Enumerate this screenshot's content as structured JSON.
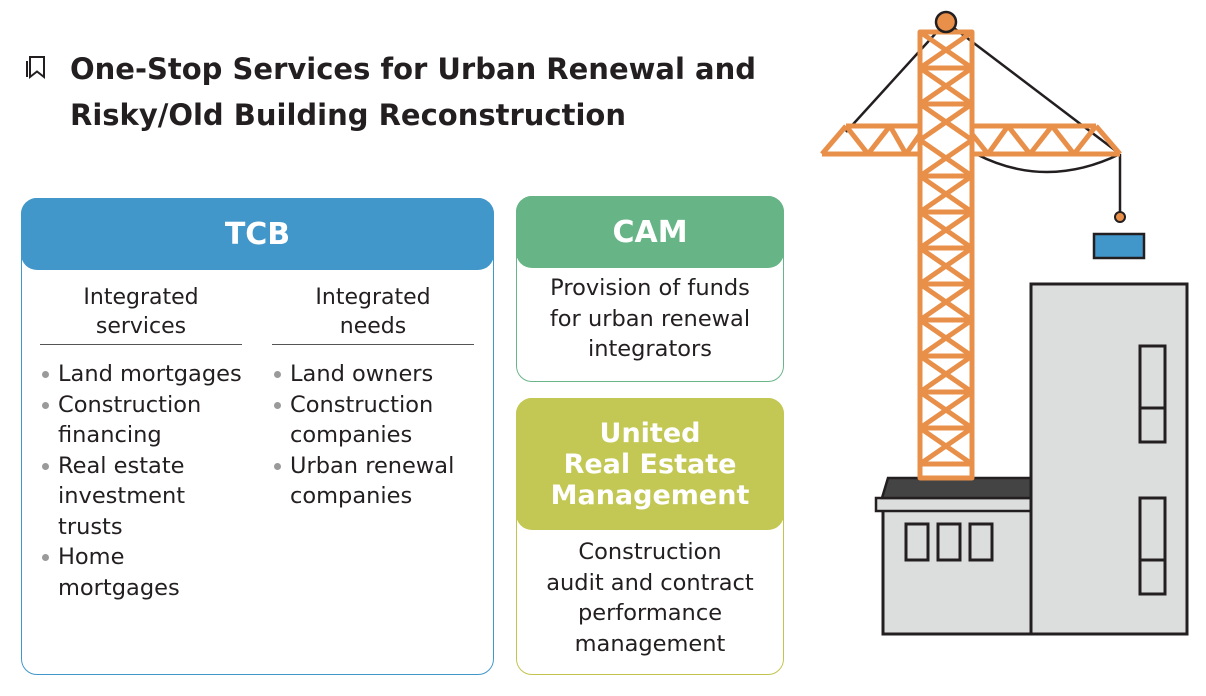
{
  "icon": {
    "title": "bookmark-icon"
  },
  "title": {
    "line1": "One-Stop Services for Urban Renewal and",
    "line2": "Risky/Old Building Reconstruction"
  },
  "tcb": {
    "heading": "TCB",
    "columns": [
      {
        "heading_line1": "Integrated",
        "heading_line2": "services",
        "items": [
          [
            "Land mortgages"
          ],
          [
            "Construction",
            "financing"
          ],
          [
            "Real estate",
            "investment",
            "trusts"
          ],
          [
            "Home",
            "mortgages"
          ]
        ]
      },
      {
        "heading_line1": "Integrated",
        "heading_line2": "needs",
        "items": [
          [
            "Land owners"
          ],
          [
            "Construction",
            "companies"
          ],
          [
            "Urban renewal",
            "companies"
          ]
        ]
      }
    ]
  },
  "cam": {
    "heading": "CAM",
    "body": [
      "Provision of funds",
      "for urban renewal",
      "integrators"
    ]
  },
  "urem": {
    "heading": [
      "United",
      "Real Estate",
      "Management"
    ],
    "body": [
      "Construction",
      "audit and contract",
      "performance",
      "management"
    ]
  },
  "colors": {
    "tcb": "#4297ca",
    "cam": "#67b487",
    "urem": "#c3c855",
    "crane": "#e8904a",
    "building": "#dcdddd"
  }
}
